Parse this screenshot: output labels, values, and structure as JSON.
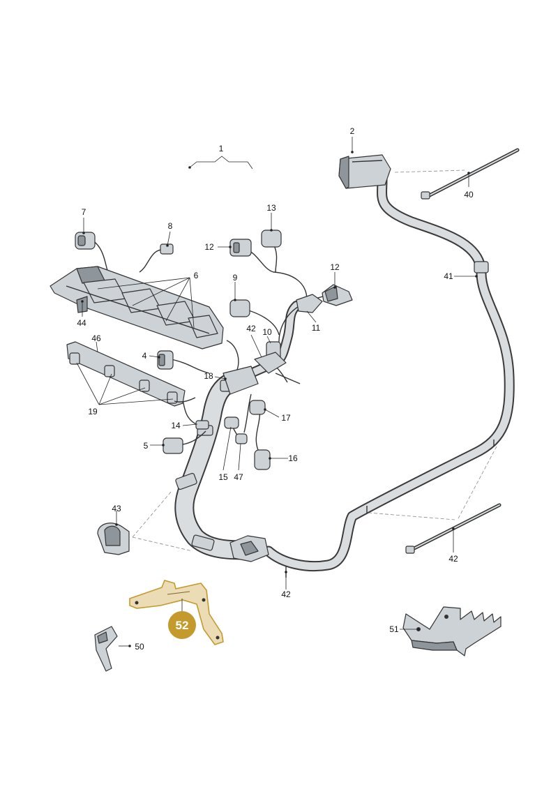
{
  "colors": {
    "highlight_fill": "#ecdcb6",
    "highlight_stroke": "#c49a2c",
    "badge": "#c49a2c",
    "harness": "#d9dde0"
  },
  "highlighted_part": "52",
  "labels": {
    "p1": "1",
    "p2": "2",
    "p4": "4",
    "p5": "5",
    "p6": "6",
    "p7": "7",
    "p8": "8",
    "p9": "9",
    "p10": "10",
    "p11": "11",
    "p12a": "12",
    "p12b": "12",
    "p13": "13",
    "p14": "14",
    "p15": "15",
    "p16": "16",
    "p17": "17",
    "p18": "18",
    "p19": "19",
    "p40": "40",
    "p41": "41",
    "p42a": "42",
    "p42b": "42",
    "p42c": "42",
    "p43": "43",
    "p44": "44",
    "p46": "46",
    "p47": "47",
    "p50": "50",
    "p51": "51",
    "p52": "52"
  }
}
